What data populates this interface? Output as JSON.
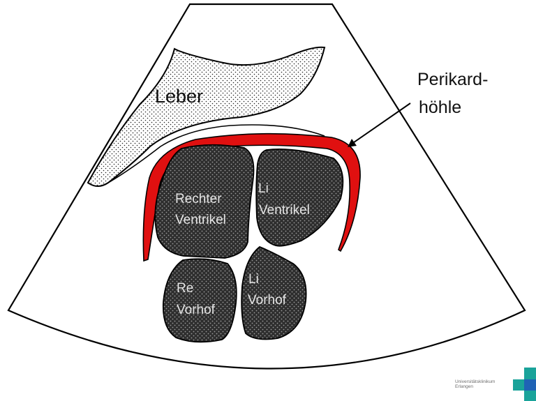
{
  "labels": {
    "leber": "Leber",
    "perikard_line1": "Perikard-",
    "perikard_line2": "höhle",
    "rechter_ventrikel_line1": "Rechter",
    "rechter_ventrikel_line2": "Ventrikel",
    "li_ventrikel_line1": "Li",
    "li_ventrikel_line2": "Ventrikel",
    "re_vorhof_line1": "Re",
    "re_vorhof_line2": "Vorhof",
    "li_vorhof_line1": "Li",
    "li_vorhof_line2": "Vorhof"
  },
  "logo": {
    "line1": "Universitätsklinikum",
    "line2": "Erlangen"
  },
  "colors": {
    "pericardium": "#e01010",
    "chambers": "#2e2e2e",
    "liver_fill": "#ffffff",
    "outline": "#000000",
    "logo_teal": "#1aa39a",
    "logo_blue": "#1f63b5"
  }
}
